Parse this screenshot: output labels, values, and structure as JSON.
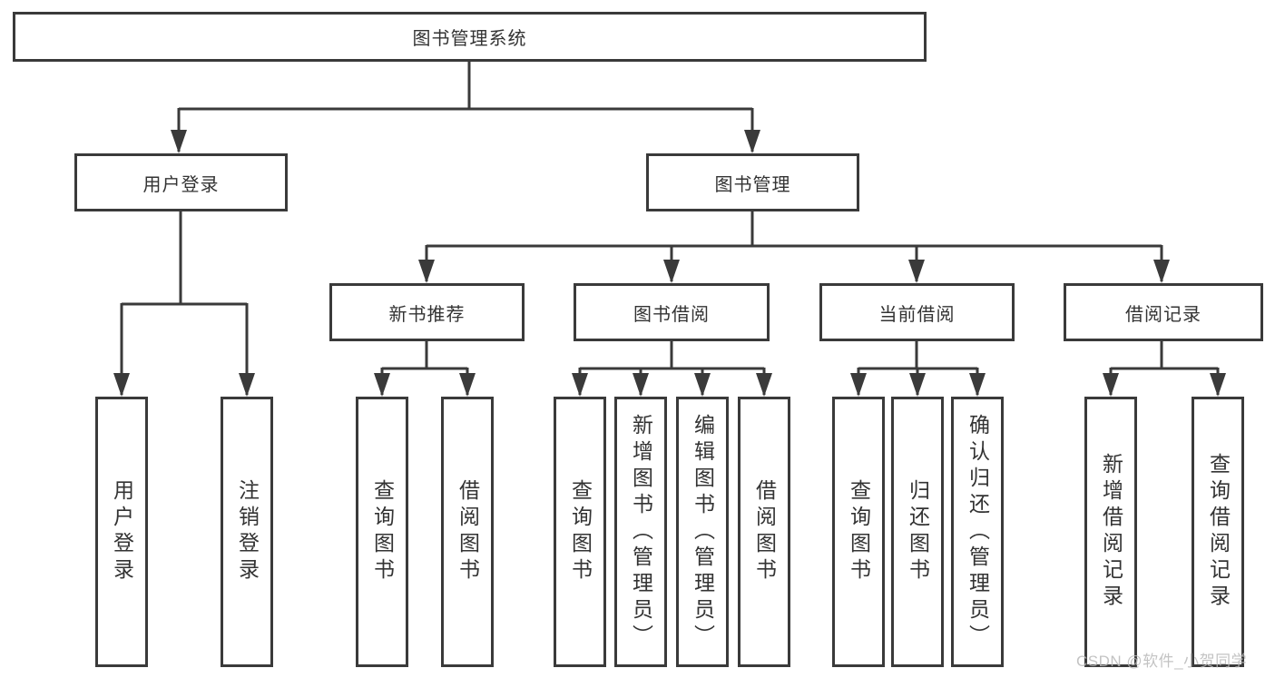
{
  "tree": {
    "root": {
      "label": "图书管理系统"
    },
    "level2": [
      {
        "label": "用户登录",
        "children": [
          {
            "label": "用户登录"
          },
          {
            "label": "注销登录"
          }
        ]
      },
      {
        "label": "图书管理",
        "children": [
          {
            "label": "新书推荐",
            "children": [
              {
                "label": "查询图书"
              },
              {
                "label": "借阅图书"
              }
            ]
          },
          {
            "label": "图书借阅",
            "children": [
              {
                "label": "查询图书"
              },
              {
                "label": "新增图书（管理员）"
              },
              {
                "label": "编辑图书（管理员）"
              },
              {
                "label": "借阅图书"
              }
            ]
          },
          {
            "label": "当前借阅",
            "children": [
              {
                "label": "查询图书"
              },
              {
                "label": "归还图书"
              },
              {
                "label": "确认归还（管理员）"
              }
            ]
          },
          {
            "label": "借阅记录",
            "children": [
              {
                "label": "新增借阅记录"
              },
              {
                "label": "查询借阅记录"
              }
            ]
          }
        ]
      }
    ]
  },
  "watermark": "CSDN @软件_小贺同学",
  "colors": {
    "line": "#3a3a3a",
    "text": "#333333",
    "watermark": "#b9b9b9",
    "background": "#ffffff"
  }
}
